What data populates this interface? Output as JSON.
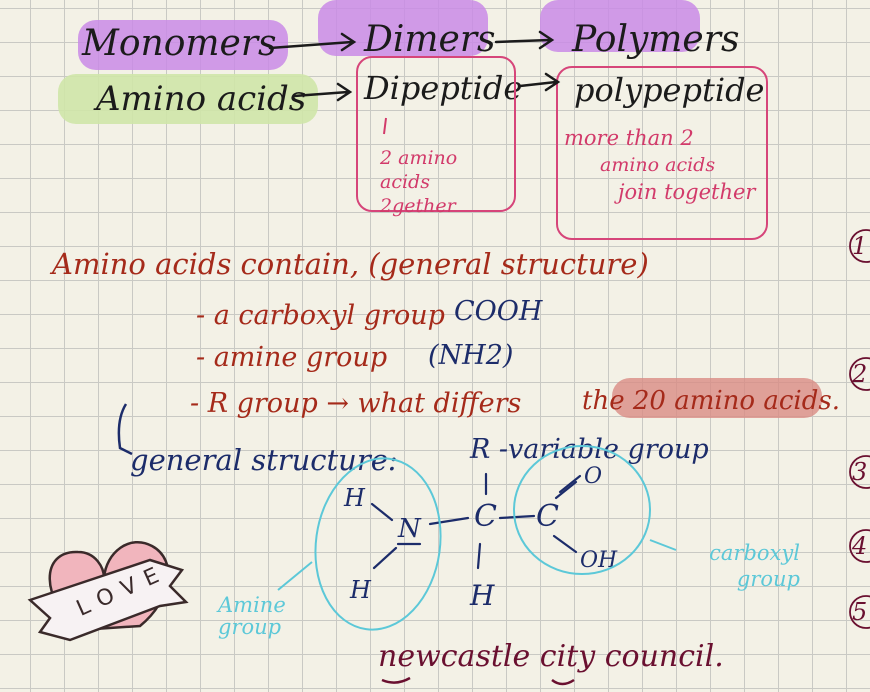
{
  "top": {
    "monomers": "Monomers",
    "dimers": "Dimers",
    "polymers": "Polymers",
    "amino_acids": "Amino acids",
    "dipeptide": "Dipeptide",
    "dipeptide_note": "2 amino acids 2gether",
    "polypeptide": "polypeptide",
    "polypeptide_note_1": "more than 2",
    "polypeptide_note_2": "amino acids",
    "polypeptide_note_3": "join together"
  },
  "contain": {
    "heading": "Amino acids contain, (general structure)",
    "item1_label": "- a carboxyl group",
    "item1_formula": "COOH",
    "item2_label": "- amine group",
    "item2_formula": "(NH2)",
    "item3_label": "- R group → what differs",
    "item3_highlight": "the 20 amino acids."
  },
  "structure": {
    "label": "general structure:",
    "r_label": "R -variable group",
    "h_top": "H",
    "h_bottom": "H",
    "n": "N",
    "c_alpha": "C",
    "c_carboxyl": "C",
    "o": "O",
    "oh": "OH",
    "h_under": "H",
    "amine_note": "Amine group",
    "carboxyl_note": "carboxyl group"
  },
  "footer": {
    "text": "newcastle city council."
  },
  "sticker": {
    "text": "LOVE"
  },
  "right_edge": {
    "circled_1": "1",
    "circled_2": "2",
    "circled_3": "3",
    "circled_4": "4",
    "circled_5": "5"
  },
  "colors": {
    "purple_highlight": "#c98be6",
    "green_highlight": "#cfe6a8",
    "red_highlight": "#d98c84",
    "pink_ink": "#d23a6a",
    "cyan_ink": "#5cc8d8",
    "navy_ink": "#1c2c6a",
    "red_ink": "#a52a1a"
  }
}
